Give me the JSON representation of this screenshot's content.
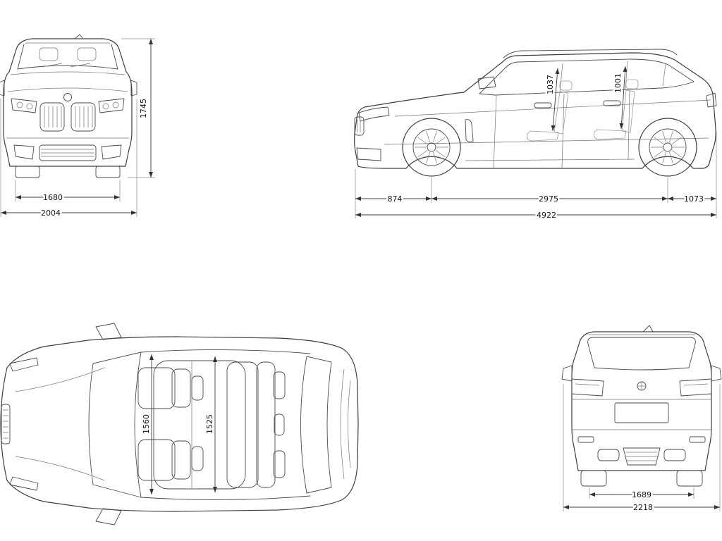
{
  "colors": {
    "background": "#ffffff",
    "line": "#3d3d3d",
    "dim_text": "#111111"
  },
  "front_view": {
    "height": "1745",
    "track_width": "1680",
    "overall_width": "2004"
  },
  "side_view": {
    "front_headroom": "1037",
    "rear_headroom": "1001",
    "front_overhang": "874",
    "wheelbase": "2975",
    "rear_overhang": "1073",
    "overall_length": "4922"
  },
  "top_view": {
    "front_shoulder_width": "1560",
    "rear_shoulder_width": "1525"
  },
  "rear_view": {
    "rear_track": "1689",
    "overall_width_mirrors": "2218"
  }
}
